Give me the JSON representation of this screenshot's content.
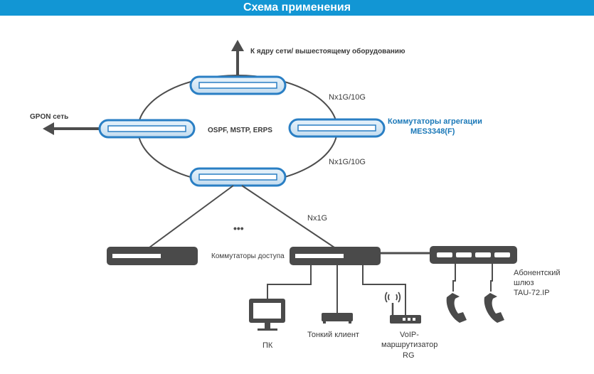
{
  "header": {
    "title": "Схема применения"
  },
  "labels": {
    "core_uplink": "К ядру сети/ вышестоящему оборудованию",
    "gpon": "GPON сеть",
    "protocols": "OSPF, MSTP, ERPS",
    "link_top": "Nx1G/10G",
    "link_bottom": "Nx1G/10G",
    "aggregation_line1": "Коммутаторы агрегации",
    "aggregation_line2": "MES3348(F)",
    "link_access": "Nx1G",
    "ellipsis": "•••",
    "access_switches": "Коммутаторы доступа",
    "gateway_line1": "Абонентский",
    "gateway_line2": "шлюз",
    "gateway_line3": "TAU-72.IP",
    "pc": "ПК",
    "thin_client": "Тонкий клиент",
    "voip_line1": "VoIP-",
    "voip_line2": "маршрутизатор",
    "voip_line3": "RG"
  },
  "colors": {
    "header_bg": "#1296d4",
    "aggregation_switch_border": "#2a7fc4",
    "access_device": "#4a4a4a",
    "line": "#4d4d4d",
    "accent_text": "#1a78b8"
  }
}
